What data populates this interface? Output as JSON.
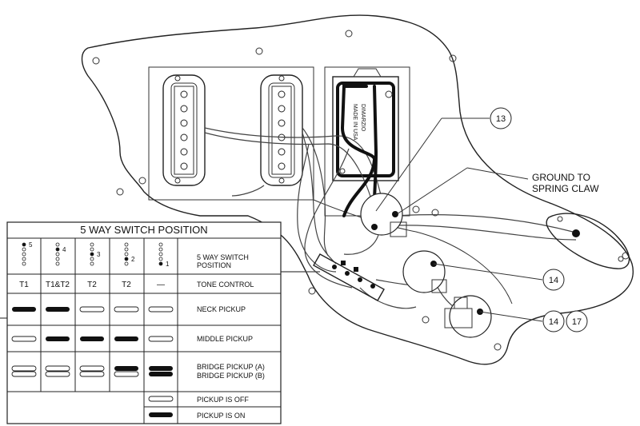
{
  "callouts": {
    "c13": "13",
    "c14a": "14",
    "c14b": "14",
    "c17": "17",
    "ground_line1": "GROUND TO",
    "ground_line2": "SPRING CLAW"
  },
  "humbucker_label": [
    "DIMARZIO",
    "MADE IN USA"
  ],
  "table": {
    "title": "5 WAY SWITCH POSITION",
    "switch_positions": [
      "5",
      "4",
      "3",
      "2",
      "1"
    ],
    "rows": [
      {
        "label": "5 WAY SWITCH\nPOSITION",
        "label_lines": [
          "5 WAY SWITCH",
          "POSITION"
        ]
      },
      {
        "label_lines": [
          "TONE CONTROL"
        ],
        "cells": [
          "T1",
          "T1&T2",
          "T2",
          "T2",
          "—"
        ]
      },
      {
        "label_lines": [
          "NECK PICKUP"
        ],
        "states": [
          "on",
          "on",
          "off",
          "off",
          "off"
        ]
      },
      {
        "label_lines": [
          "MIDDLE PICKUP"
        ],
        "states": [
          "off",
          "on",
          "on",
          "on",
          "off"
        ]
      },
      {
        "label_lines": [
          "BRIDGE PICKUP (A)",
          "BRIDGE PICKUP (B)"
        ],
        "states_a": [
          "off",
          "off",
          "off",
          "on",
          "on"
        ],
        "states_b": [
          "off",
          "off",
          "off",
          "off",
          "on"
        ]
      }
    ],
    "legend": [
      {
        "label": "PICKUP IS OFF",
        "state": "off"
      },
      {
        "label": "PICKUP IS ON",
        "state": "on"
      }
    ]
  }
}
